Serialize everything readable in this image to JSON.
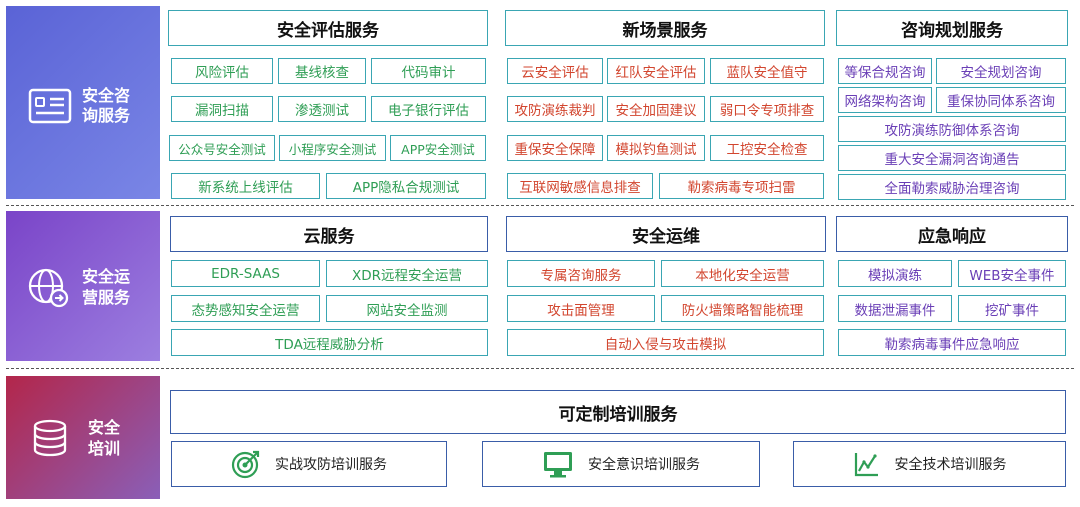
{
  "sections": {
    "consult": {
      "label_line1": "安全咨",
      "label_line2": "询服务",
      "icon": "id-card-icon",
      "groups": {
        "assessment": {
          "title": "安全评估服务",
          "items": [
            "风险评估",
            "基线核查",
            "代码审计",
            "漏洞扫描",
            "渗透测试",
            "电子银行评估",
            "公众号安全测试",
            "小程序安全测试",
            "APP安全测试",
            "新系统上线评估",
            "APP隐私合规测试"
          ]
        },
        "scenario": {
          "title": "新场景服务",
          "items": [
            "云安全评估",
            "红队安全评估",
            "蓝队安全值守",
            "攻防演练裁判",
            "安全加固建议",
            "弱口令专项排查",
            "重保安全保障",
            "模拟钓鱼测试",
            "工控安全检查",
            "互联网敏感信息排查",
            "勒索病毒专项扫雷"
          ]
        },
        "planning": {
          "title": "咨询规划服务",
          "items": [
            "等保合规咨询",
            "安全规划咨询",
            "网络架构咨询",
            "重保协同体系咨询",
            "攻防演练防御体系咨询",
            "重大安全漏洞咨询通告",
            "全面勒索威胁治理咨询"
          ]
        }
      }
    },
    "ops": {
      "label_line1": "安全运",
      "label_line2": "营服务",
      "icon": "globe-arrow-icon",
      "groups": {
        "cloud": {
          "title": "云服务",
          "items": [
            "EDR-SAAS",
            "XDR远程安全运营",
            "态势感知安全运营",
            "网站安全监测",
            "TDA远程威胁分析"
          ]
        },
        "maintenance": {
          "title": "安全运维",
          "items": [
            "专属咨询服务",
            "本地化安全运营",
            "攻击面管理",
            "防火墙策略智能梳理",
            "自动入侵与攻击模拟"
          ]
        },
        "emergency": {
          "title": "应急响应",
          "items": [
            "模拟演练",
            "WEB安全事件",
            "数据泄漏事件",
            "挖矿事件",
            "勒索病毒事件应急响应"
          ]
        }
      }
    },
    "training": {
      "label_line1": "安全",
      "label_line2": "培训",
      "icon": "database-icon",
      "title": "可定制培训服务",
      "items": [
        {
          "label": "实战攻防培训服务",
          "icon": "target-icon"
        },
        {
          "label": "安全意识培训服务",
          "icon": "monitor-icon"
        },
        {
          "label": "安全技术培训服务",
          "icon": "line-chart-icon"
        }
      ]
    }
  },
  "colors": {
    "teal_border": "#3aa6b3",
    "blue_border": "#3a5da8",
    "green_text": "#2f9e55",
    "red_text": "#d2462f",
    "purple_text": "#6a3fb6"
  }
}
